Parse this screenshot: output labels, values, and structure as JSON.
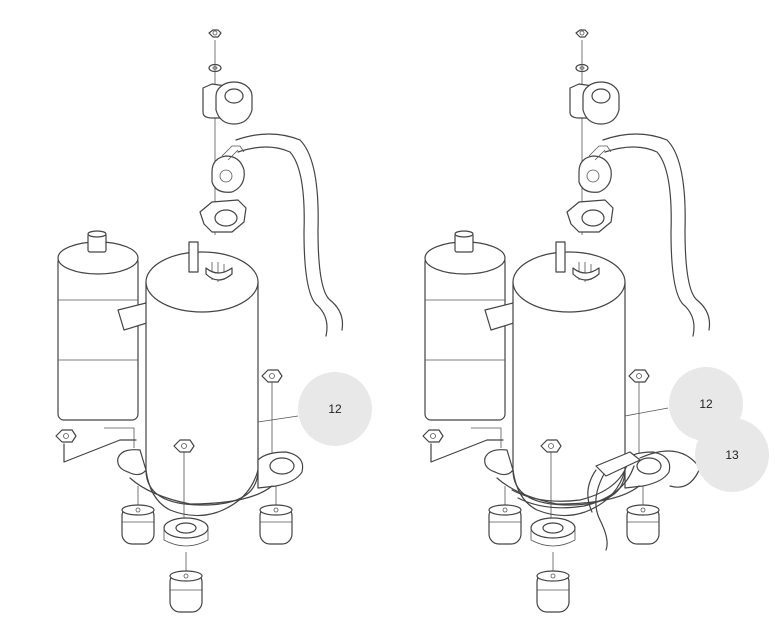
{
  "diagram": {
    "left_view": {
      "callouts": [
        {
          "label": "12"
        }
      ]
    },
    "right_view": {
      "callouts": [
        {
          "label": "12"
        },
        {
          "label": "13"
        }
      ]
    },
    "colors": {
      "line": "#444444",
      "callout_fill": "#e8e8e8",
      "background": "#ffffff"
    }
  }
}
